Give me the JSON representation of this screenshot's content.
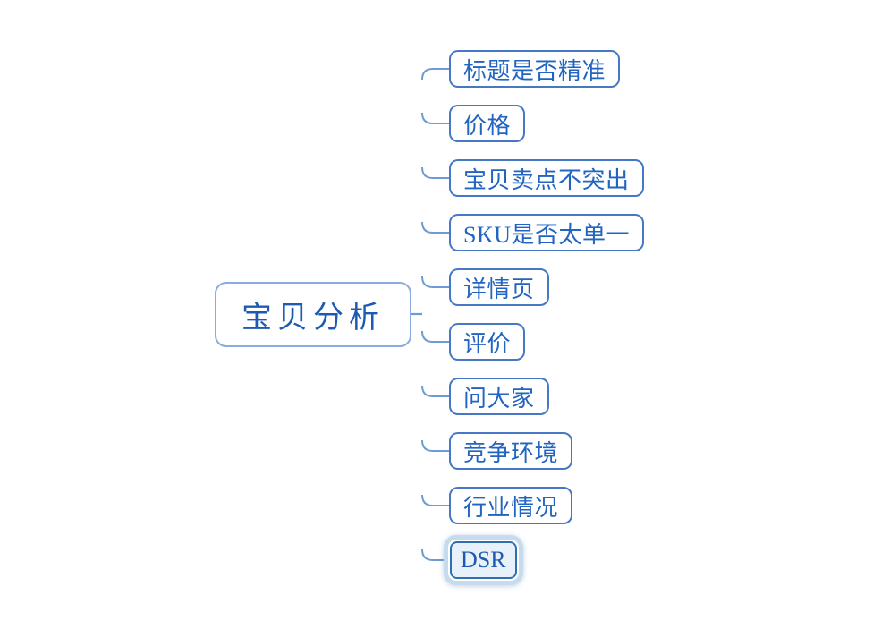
{
  "diagram_title": "宝贝分析 mind map",
  "root": {
    "label": "宝贝分析"
  },
  "children": [
    {
      "label": "标题是否精准",
      "selected": false
    },
    {
      "label": "价格",
      "selected": false
    },
    {
      "label": "宝贝卖点不突出",
      "selected": false
    },
    {
      "label": "SKU是否太单一",
      "selected": false
    },
    {
      "label": "详情页",
      "selected": false
    },
    {
      "label": "评价",
      "selected": false
    },
    {
      "label": "问大家",
      "selected": false
    },
    {
      "label": "竞争环境",
      "selected": false
    },
    {
      "label": "行业情况",
      "selected": false
    },
    {
      "label": "DSR",
      "selected": true
    }
  ],
  "colors": {
    "background": "#FFFFFF",
    "node_border": "#4678C6",
    "node_text": "#2264C1",
    "root_border": "#8CACDC",
    "root_text": "#1D5BB2",
    "trunk_dark": "#2263B1",
    "trunk_light": "#A3C0E6",
    "trunk_bottom": "#93B6E0",
    "stub_line": "#6F9BD4",
    "selected_fill": "#E8F1F9",
    "selected_border": "#2E6FB4",
    "selected_halo": "#C7DBEE"
  }
}
